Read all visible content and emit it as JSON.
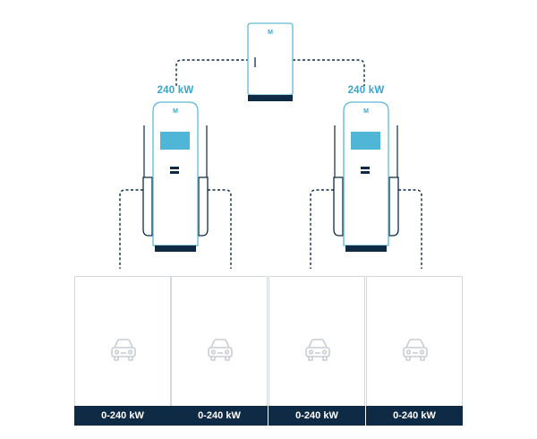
{
  "colors": {
    "navy": "#0f2a44",
    "accent": "#3aa6c9",
    "outline": "#5fb8d6",
    "bay_border": "#d3d9de",
    "car": "#c9ced3"
  },
  "cabinet": {
    "logo": "M"
  },
  "chargers": [
    {
      "power": "240 kW",
      "logo": "M"
    },
    {
      "power": "240 kW",
      "logo": "M"
    }
  ],
  "bays": [
    {
      "power": "0-240 kW",
      "icon": "car-icon"
    },
    {
      "power": "0-240 kW",
      "icon": "car-icon"
    },
    {
      "power": "0-240 kW",
      "icon": "car-icon"
    },
    {
      "power": "0-240 kW",
      "icon": "car-icon"
    }
  ]
}
